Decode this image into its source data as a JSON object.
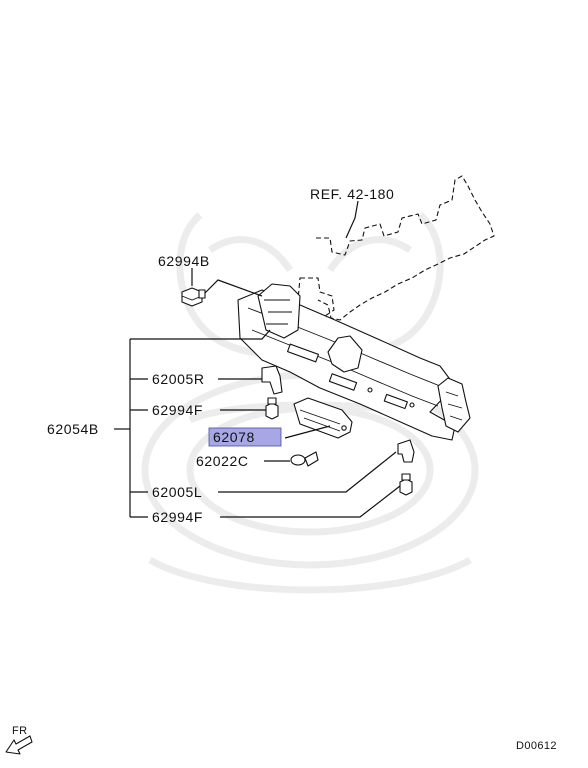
{
  "diagram": {
    "reference_label": "REF. 42-180",
    "parts": {
      "bolt_top": "62994B",
      "bracket_right": "62005R",
      "bolt_flange_upper": "62994F",
      "assembly": "62054B",
      "highlighted_part": "62078",
      "clip": "62022C",
      "bracket_left": "62005L",
      "bolt_flange_lower": "62994F"
    },
    "direction_label": "FR",
    "diagram_code": "D00612",
    "highlight_color": "#a7a7e6"
  }
}
